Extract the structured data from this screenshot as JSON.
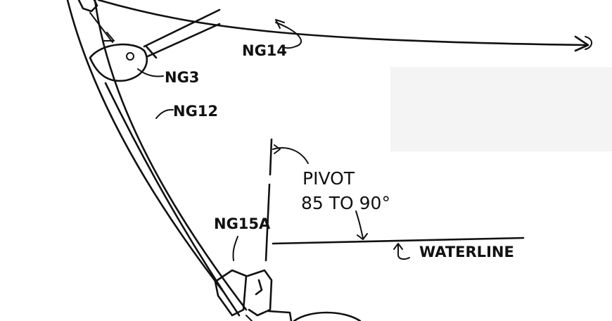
{
  "labels": {
    "ng14": "NG14",
    "ng3": "NG3",
    "ng12": "NG12",
    "ng15a": "NG15A",
    "pivot_title": "PIVOT",
    "pivot_range": "85 TO 90°",
    "waterline": "WATERLINE"
  },
  "colors": {
    "ink": "#111111",
    "paper": "#ffffff"
  }
}
